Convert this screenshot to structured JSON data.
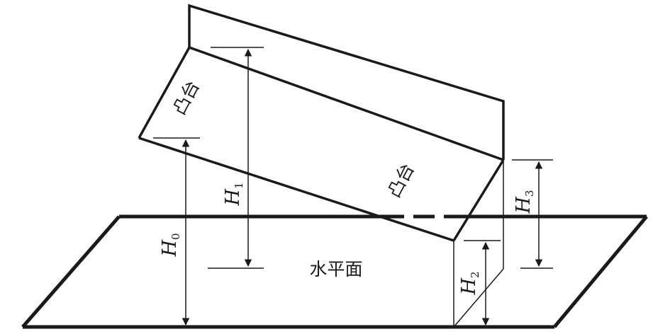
{
  "labels": {
    "h0": {
      "letter": "H",
      "sub": "0"
    },
    "h1": {
      "letter": "H",
      "sub": "1"
    },
    "h2": {
      "letter": "H",
      "sub": "2"
    },
    "h3": {
      "letter": "H",
      "sub": "3"
    },
    "plane": "水平面",
    "protrusion_upper": "凸台",
    "protrusion_lower": "凸台"
  },
  "colors": {
    "line": "#1a1a1a",
    "background": "#ffffff"
  }
}
